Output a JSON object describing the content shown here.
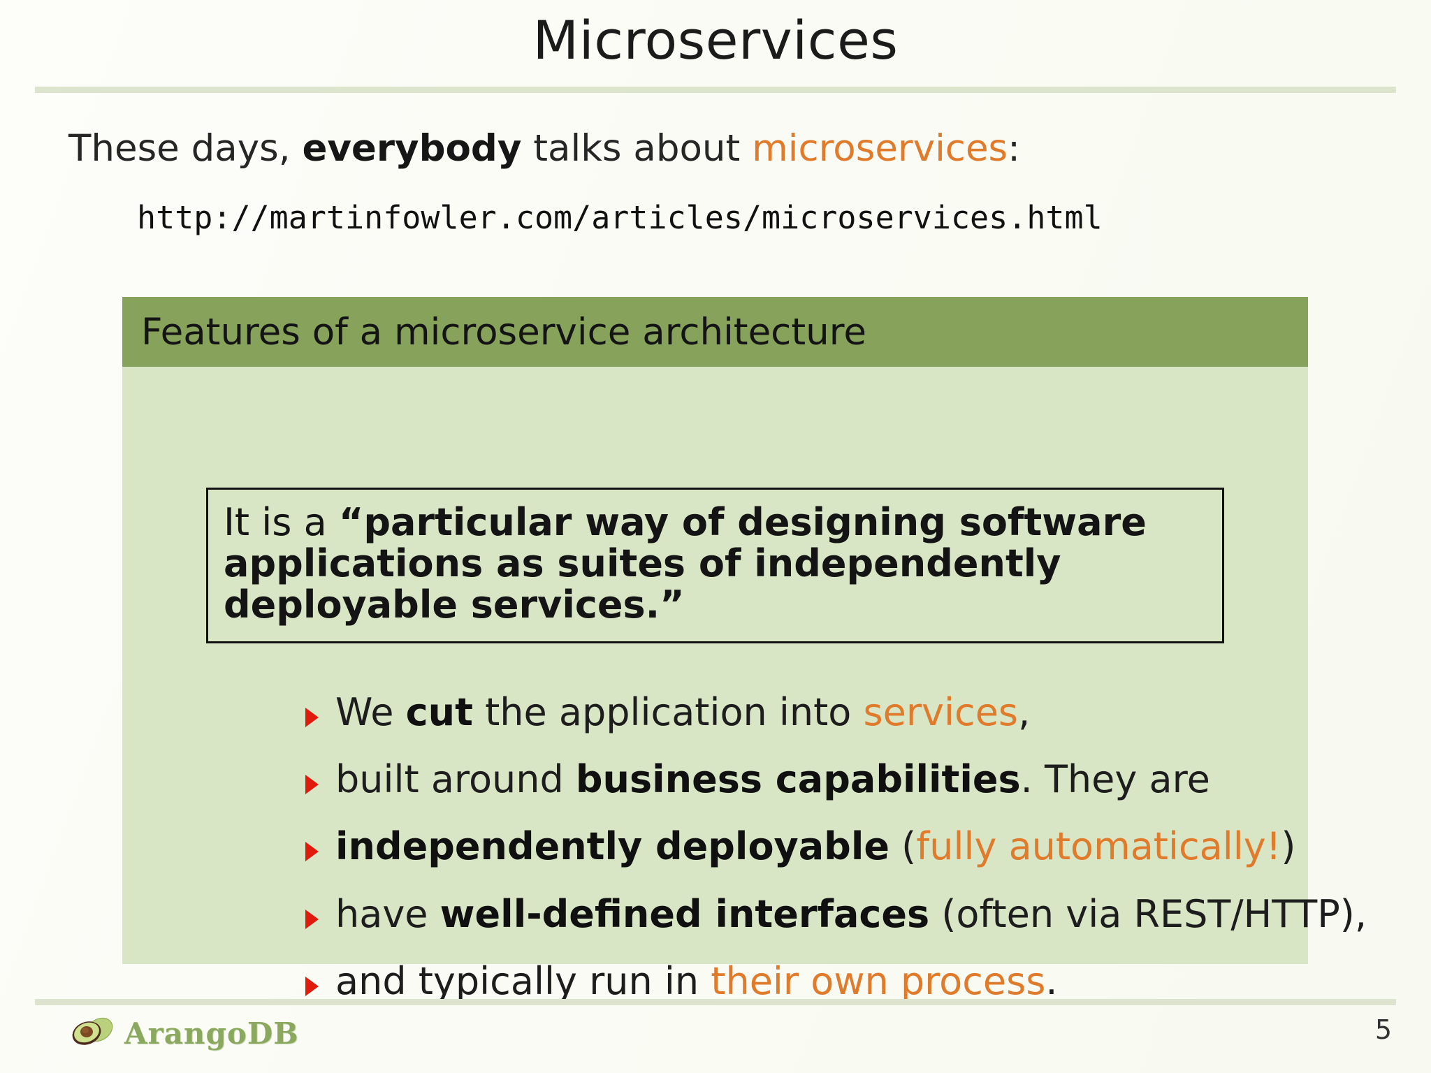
{
  "slide": {
    "title": "Microservices",
    "page_number": "5",
    "colors": {
      "accent_orange": "#e07b2c",
      "header_green": "#86a25b",
      "body_green": "#d9e6c6",
      "rule_green": "#dce4ce",
      "bullet_red": "#e01b0c",
      "logo_green": "#8aa95f"
    }
  },
  "intro": {
    "part1": "These days, ",
    "bold": "everybody",
    "part2": " talks about ",
    "accent": "microservices",
    "part3": ":"
  },
  "url": "http://martinfowler.com/articles/microservices.html",
  "block": {
    "heading": "Features of a microservice architecture",
    "quote": {
      "lead": "It is a ",
      "strong": "“particular way of designing software applications as suites of independently deployable services.”"
    },
    "bullets": [
      {
        "segments": [
          {
            "text": "We ",
            "style": "normal"
          },
          {
            "text": "cut",
            "style": "bold"
          },
          {
            "text": " the application into ",
            "style": "normal"
          },
          {
            "text": "services",
            "style": "accent"
          },
          {
            "text": ",",
            "style": "normal"
          }
        ]
      },
      {
        "segments": [
          {
            "text": "built around ",
            "style": "normal"
          },
          {
            "text": "business capabilities",
            "style": "bold"
          },
          {
            "text": ". They are",
            "style": "normal"
          }
        ]
      },
      {
        "segments": [
          {
            "text": "independently deployable",
            "style": "bold"
          },
          {
            "text": " (",
            "style": "normal"
          },
          {
            "text": "fully automatically!",
            "style": "accent"
          },
          {
            "text": ")",
            "style": "normal"
          }
        ]
      },
      {
        "segments": [
          {
            "text": "have ",
            "style": "normal"
          },
          {
            "text": "well-defined interfaces",
            "style": "bold"
          },
          {
            "text": " (often via REST/HTTP),",
            "style": "normal"
          }
        ]
      },
      {
        "segments": [
          {
            "text": "and typically run in ",
            "style": "normal"
          },
          {
            "text": "their own process",
            "style": "accent"
          },
          {
            "text": ".",
            "style": "normal"
          }
        ]
      }
    ]
  },
  "footer": {
    "logo_text": "ArangoDB",
    "logo_icon": "avocado-icon"
  }
}
